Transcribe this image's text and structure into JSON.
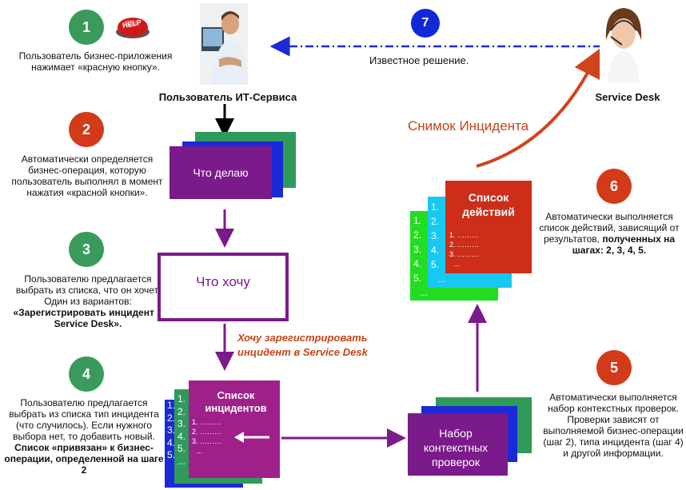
{
  "steps": {
    "s1": {
      "num": "1",
      "text": "Пользователь бизнес-приложения нажимает «красную кнопку».",
      "help_label": "HELP"
    },
    "s2": {
      "num": "2",
      "text": "Автоматически определяется бизнес-операция, которую пользователь выполнял в момент нажатия «красной кнопки»."
    },
    "s3": {
      "num": "3",
      "text_a": "Пользователю предлагается выбрать из списка, что он хочет. Один из вариантов:",
      "text_b": "«Зарегистрировать инцидент в Service Desk»."
    },
    "s4": {
      "num": "4",
      "text_a": "Пользователю предлагается выбрать из списка тип инцидента (что случилось). Если нужного выбора нет, то добавить новый.",
      "text_b": "Список «привязан» к бизнес-операции, определенной на шаге 2"
    },
    "s5": {
      "num": "5",
      "text": "Автоматически выполняется набор контекстных проверок. Проверки зависят от выполняемой бизнес-операции (шаг 2), типа инцидента (шаг 4) и другой информации."
    },
    "s6": {
      "num": "6",
      "text_a": "Автоматически выполняется список действий, зависящий от результатов,",
      "text_b": "полученных на шагах:  2, 3, 4, 5."
    },
    "s7": {
      "num": "7",
      "text": "Известное решение."
    }
  },
  "labels": {
    "it_user": "Пользователь ИТ-Сервиса",
    "service_desk": "Service Desk",
    "what_doing": "Что делаю",
    "what_want": "Что хочу",
    "want_register": "Хочу зарегистрировать инцидент в Service Desk",
    "incident_snapshot": "Снимок Инцидента",
    "incident_list": "Список инцидентов",
    "actions_list": "Список действий",
    "checks_set": "Набор контекстных проверок"
  },
  "list_items": {
    "back_numbers": [
      "1.",
      "2.",
      "3.",
      "4.",
      "5.",
      "..."
    ],
    "front_items": [
      "1. ………",
      "2. ………",
      "3. ………",
      "..."
    ]
  },
  "colors": {
    "green_circle": "#3a9a5c",
    "red_circle": "#d23a1a",
    "blue_circle": "#1028d8",
    "purple": "#7b1a8a",
    "arrow_red": "#d0441c",
    "card_green": "#2f9a5a",
    "card_blue": "#1a2ad8",
    "card_cyan": "#18c8f0",
    "card_lime": "#22dd22",
    "card_red": "#cc2e1a",
    "card_magenta": "#a0208a"
  }
}
